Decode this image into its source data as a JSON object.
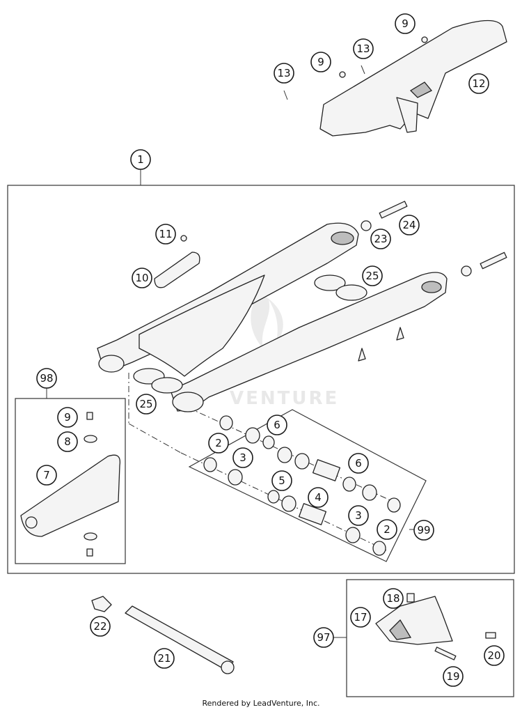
{
  "callouts": {
    "c1": "1",
    "c2a": "2",
    "c2b": "2",
    "c3a": "3",
    "c3b": "3",
    "c4": "4",
    "c5": "5",
    "c6a": "6",
    "c6b": "6",
    "c7": "7",
    "c8": "8",
    "c9a": "9",
    "c9b": "9",
    "c9c": "9",
    "c10": "10",
    "c11": "11",
    "c12": "12",
    "c13a": "13",
    "c13b": "13",
    "c17": "17",
    "c18": "18",
    "c19": "19",
    "c20": "20",
    "c21": "21",
    "c22": "22",
    "c23": "23",
    "c24": "24",
    "c25a": "25",
    "c25b": "25",
    "c97": "97",
    "c98": "98",
    "c99": "99"
  },
  "watermark": "VENTURE",
  "footer": "Rendered by LeadVenture, Inc."
}
